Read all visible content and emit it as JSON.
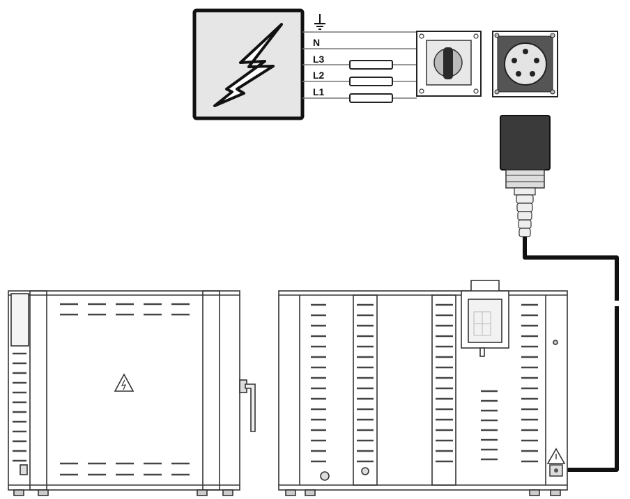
{
  "labels": {
    "n": "N",
    "l3": "L3",
    "l2": "L2",
    "l1": "L1"
  },
  "icons": {
    "earth": "ground-icon",
    "power": "lightning-bolt-icon",
    "warning": "high-voltage-warning-icon"
  },
  "colors": {
    "line": "#222222",
    "panel": "#d9d9d9",
    "plug": "#3a3a3a",
    "cable": "#111111",
    "outline": "#555555"
  }
}
